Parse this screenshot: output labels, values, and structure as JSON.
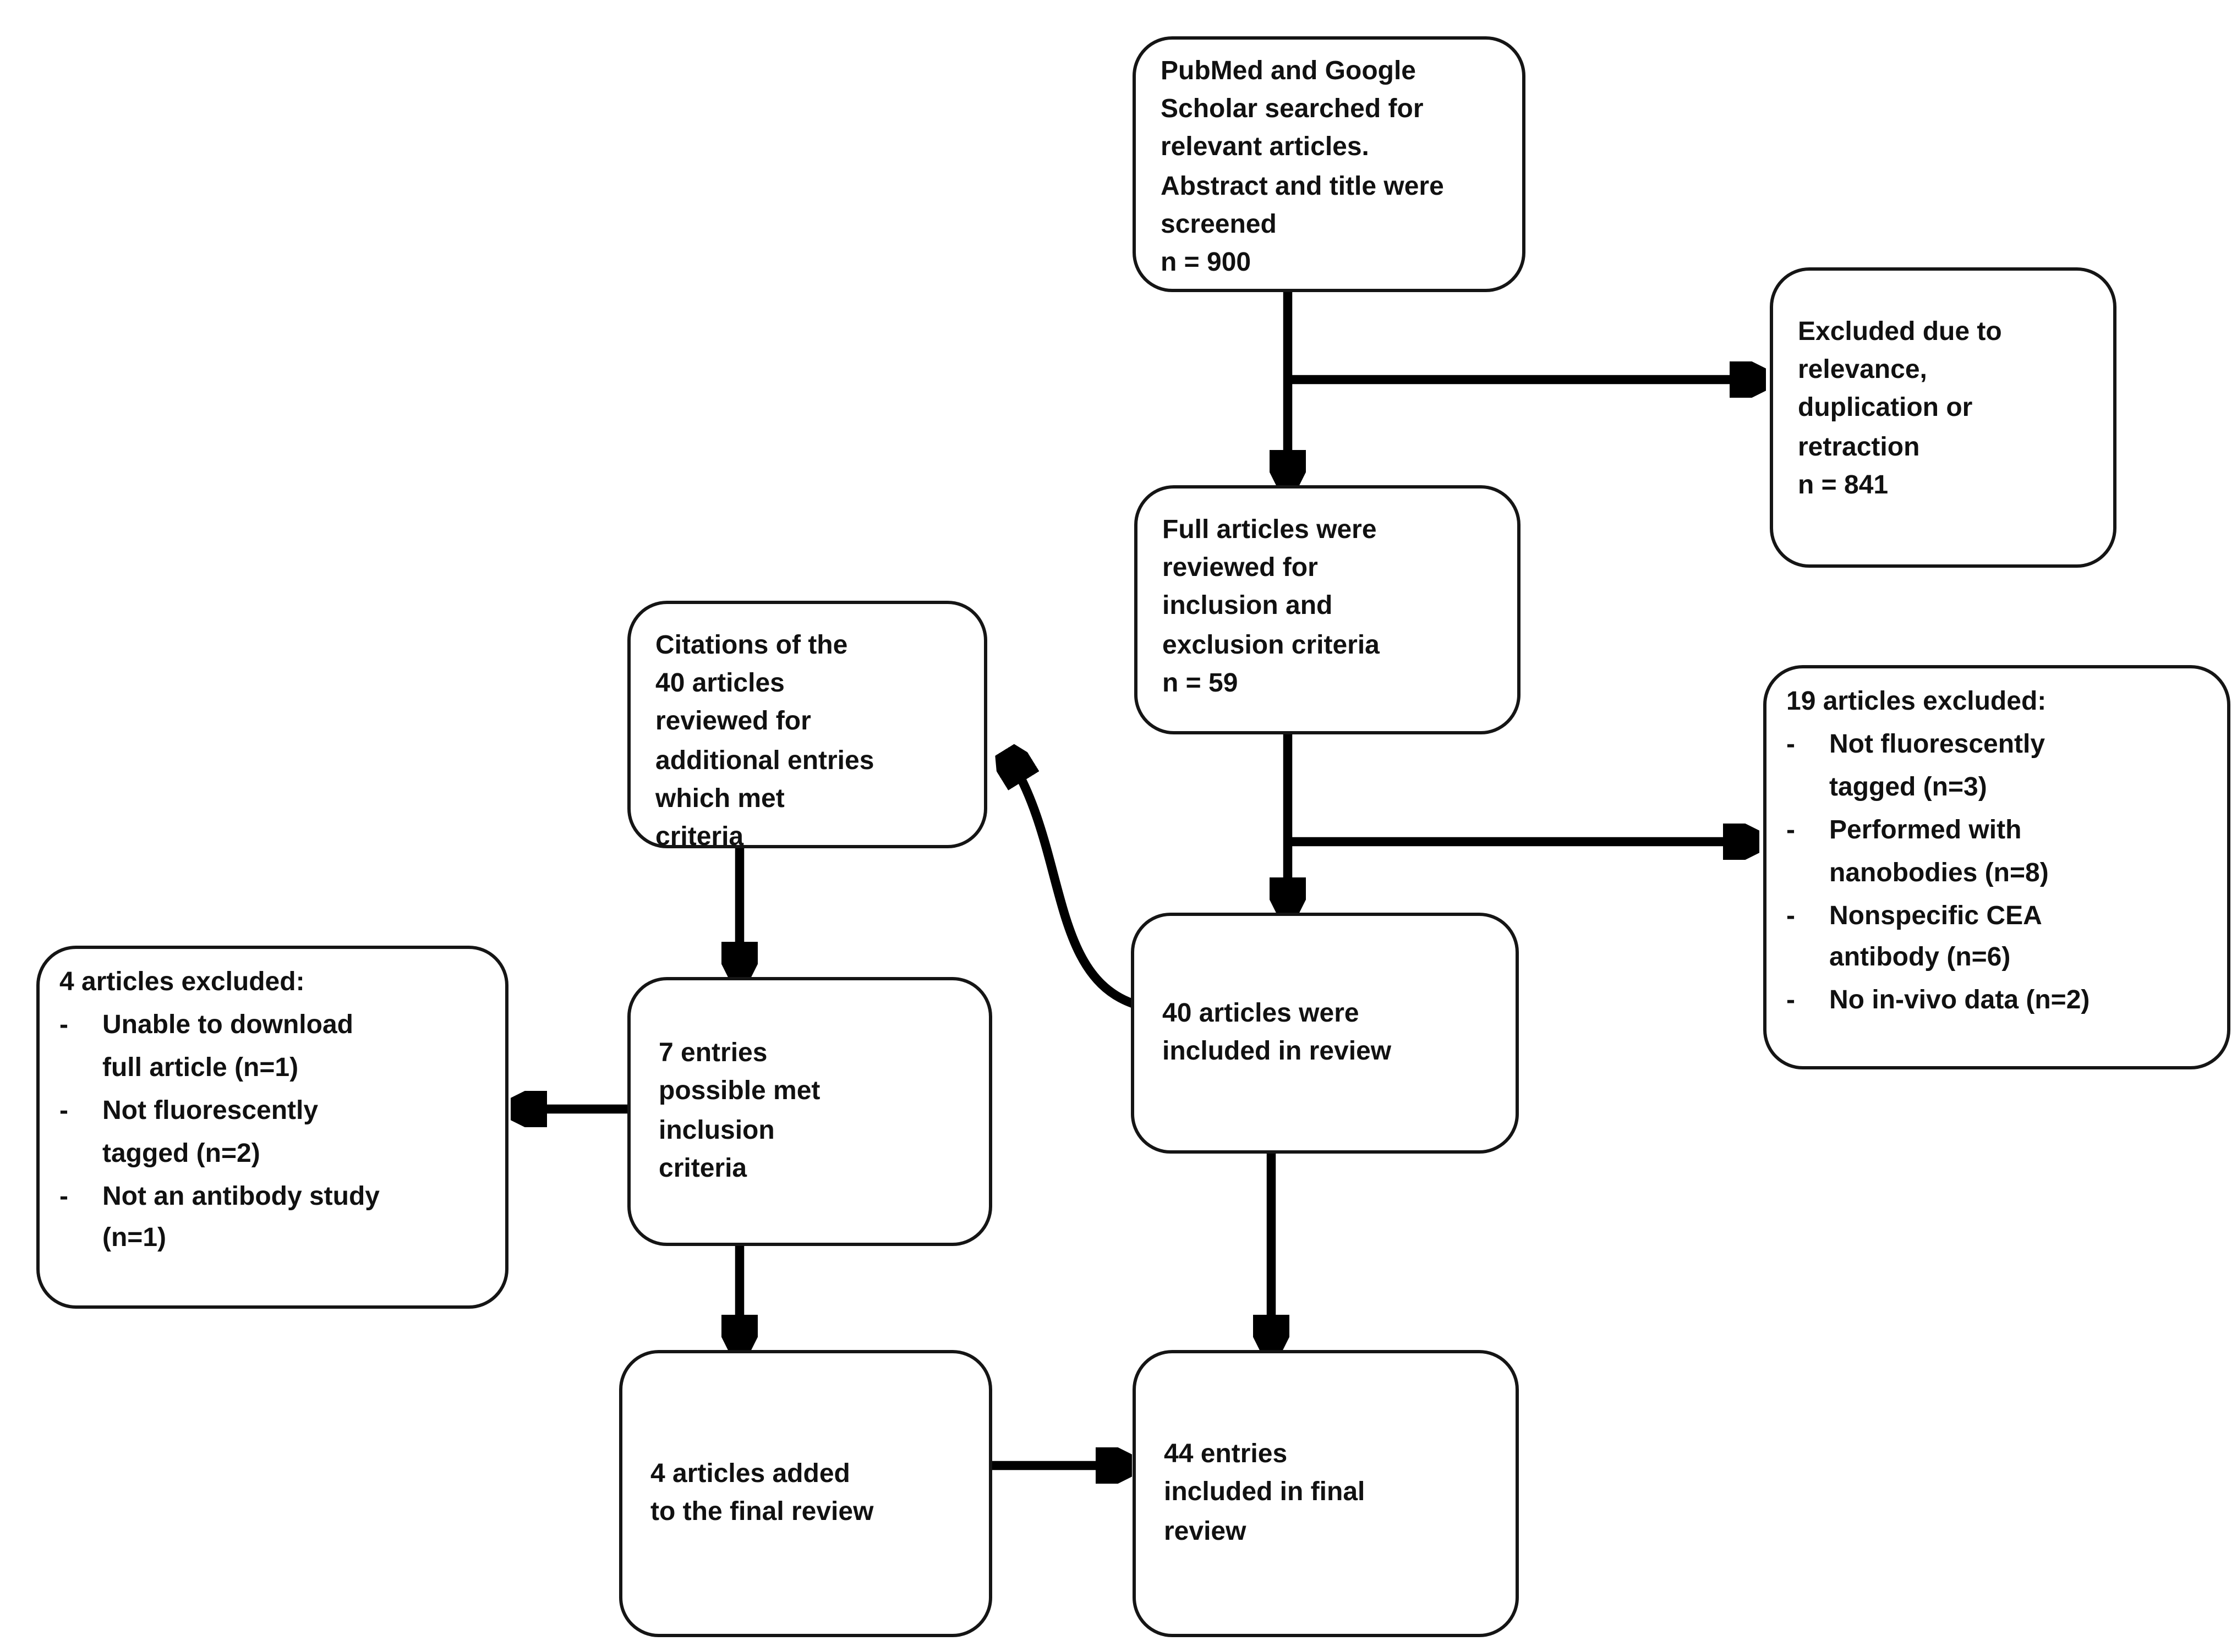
{
  "bullet": "-",
  "colors": {
    "background": "#ffffff",
    "line": "#000000",
    "text": "#111111"
  },
  "boxes": {
    "search": {
      "text": "PubMed and Google\nScholar searched for\nrelevant articles.\nAbstract and title were\nscreened\nn = 900"
    },
    "excluded_841": {
      "text": "Excluded due to\nrelevance,\nduplication or\nretraction\nn = 841"
    },
    "full_review": {
      "text": "Full articles were\nreviewed for\ninclusion and\nexclusion criteria\nn = 59"
    },
    "excluded_19": {
      "title": "19 articles excluded:",
      "items": [
        "Not fluorescently\ntagged (n=3)",
        "Performed with\nnanobodies (n=8)",
        "Nonspecific CEA\nantibody (n=6)",
        "No in-vivo data (n=2)"
      ]
    },
    "citations": {
      "text": "Citations of the\n40 articles\nreviewed for\nadditional entries\nwhich met\ncriteria"
    },
    "included_40": {
      "text": "40 articles were\nincluded in review"
    },
    "excluded_4": {
      "title": "4 articles excluded:",
      "items": [
        "Unable to download\nfull article (n=1)",
        "Not fluorescently\ntagged (n=2)",
        "Not an antibody study\n(n=1)"
      ]
    },
    "entries_7": {
      "text": "7 entries\npossible met\ninclusion\ncriteria"
    },
    "added_4": {
      "text": "4 articles added\nto the final review"
    },
    "final_44": {
      "text": "44 entries\nincluded in final\nreview"
    }
  }
}
